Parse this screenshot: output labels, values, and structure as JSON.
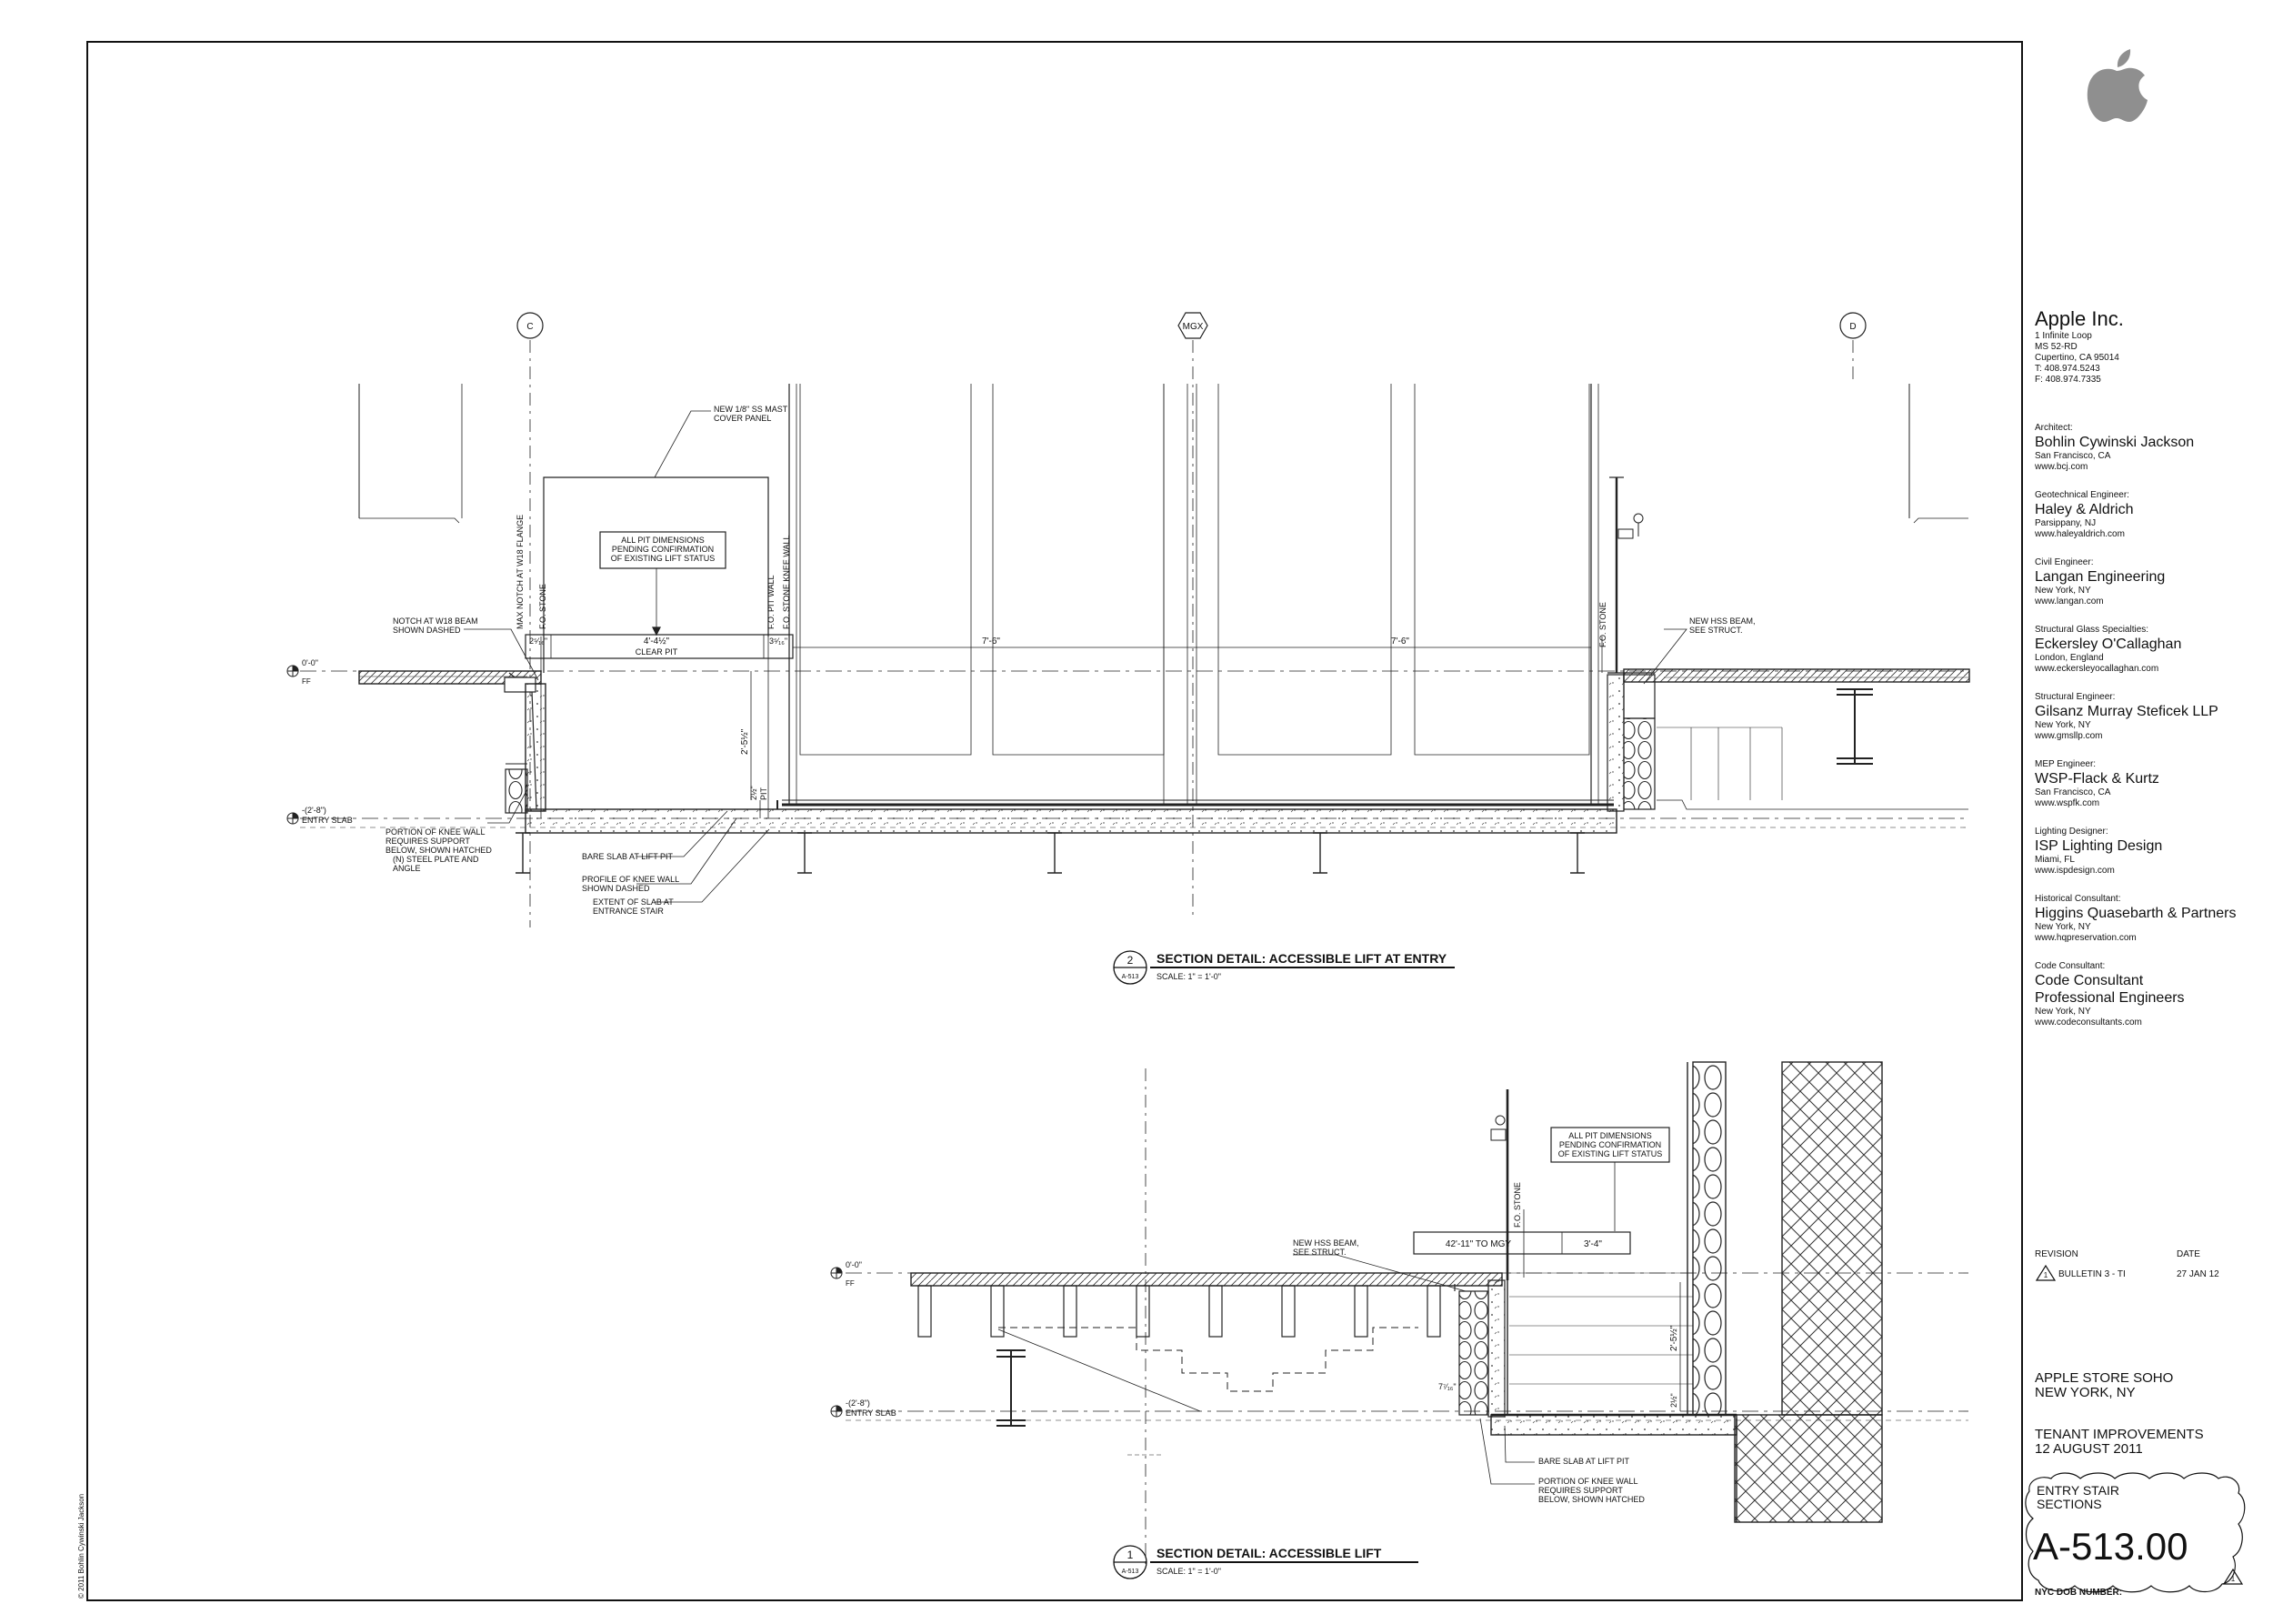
{
  "client": {
    "name": "Apple Inc.",
    "address": [
      "1 Infinite Loop",
      "MS 52-RD",
      "Cupertino, CA 95014",
      "T: 408.974.5243",
      "F: 408.974.7335"
    ]
  },
  "consultants": [
    {
      "role": "Architect:",
      "name": [
        "Bohlin Cywinski Jackson"
      ],
      "details": [
        "San Francisco, CA",
        "www.bcj.com"
      ]
    },
    {
      "role": "Geotechnical Engineer:",
      "name": [
        "Haley & Aldrich"
      ],
      "details": [
        "Parsippany, NJ",
        "www.haleyaldrich.com"
      ]
    },
    {
      "role": "Civil Engineer:",
      "name": [
        "Langan Engineering"
      ],
      "details": [
        "New York, NY",
        "www.langan.com"
      ]
    },
    {
      "role": "Structural Glass Specialties:",
      "name": [
        "Eckersley O'Callaghan"
      ],
      "details": [
        "London, England",
        "www.eckersleyocallaghan.com"
      ]
    },
    {
      "role": "Structural Engineer:",
      "name": [
        "Gilsanz Murray Steficek LLP"
      ],
      "details": [
        "New York, NY",
        "www.gmsllp.com"
      ]
    },
    {
      "role": "MEP Engineer:",
      "name": [
        "WSP-Flack & Kurtz"
      ],
      "details": [
        "San Francisco, CA",
        "www.wspfk.com"
      ]
    },
    {
      "role": "Lighting Designer:",
      "name": [
        "ISP Lighting Design"
      ],
      "details": [
        "Miami, FL",
        "www.ispdesign.com"
      ]
    },
    {
      "role": "Historical Consultant:",
      "name": [
        "Higgins Quasebarth & Partners"
      ],
      "details": [
        "New York, NY",
        "www.hqpreservation.com"
      ]
    },
    {
      "role": "Code Consultant:",
      "name": [
        "Code Consultant",
        "Professional Engineers"
      ],
      "details": [
        "New York, NY",
        "www.codeconsultants.com"
      ]
    }
  ],
  "revisions": {
    "revision_header": "REVISION",
    "date_header": "DATE",
    "rows": [
      {
        "marker": "1",
        "label": "BULLETIN 3 - TI",
        "date": "27 JAN 12"
      }
    ]
  },
  "project": {
    "name": "APPLE STORE SOHO",
    "location": "NEW YORK, NY"
  },
  "phase": {
    "name": "TENANT IMPROVEMENTS",
    "date": "12 AUGUST 2011"
  },
  "sheet": {
    "title": [
      "ENTRY STAIR",
      "SECTIONS"
    ],
    "number": "A-513.00",
    "revision_marker": "1",
    "dob_label": "NYC DOB NUMBER:"
  },
  "copyright": "© 2011 Bohlin Cywinski Jackson",
  "gridlines": [
    "C",
    "MGX",
    "D"
  ],
  "detail_2": {
    "number": "2",
    "sheet_ref": "A-513",
    "title": "SECTION DETAIL: ACCESSIBLE LIFT AT ENTRY",
    "scale": "SCALE:  1\" = 1'-0\"",
    "pending_note": [
      "ALL PIT DIMENSIONS",
      "PENDING CONFIRMATION",
      "OF EXISTING LIFT STATUS"
    ],
    "clear_pit_dim": "4'-4½\"",
    "clear_pit_label": "CLEAR PIT",
    "left_offset_dim": "2⁵⁄₁₆\"",
    "right_offset_dim": "3⁵⁄₁₆\"",
    "span_dims": [
      "7'-6\"",
      "7'-6\""
    ],
    "pit_depth_dim": "2'-5½\"",
    "pit_small_dim": "2½\"",
    "pit_label": "PIT",
    "vertical_labels": [
      "MAX NOTCH AT W18 FLANGE",
      "F.O. STONE",
      "F.O. PIT WALL",
      "F.O. STONE KNEE WALL",
      "F.O. STONE"
    ],
    "elev_ff": {
      "value": "0'-0\"",
      "label": "FF"
    },
    "elev_entry": {
      "value": "-(2'-8\")",
      "label": "ENTRY SLAB"
    },
    "notes": {
      "mast_cover": [
        "NEW 1/8\" SS MAST",
        "COVER PANEL"
      ],
      "notch": [
        "NOTCH AT W18 BEAM",
        "SHOWN DASHED"
      ],
      "hss_beam": [
        "NEW HSS BEAM,",
        "SEE STRUCT."
      ],
      "knee_wall_support": [
        "PORTION OF KNEE WALL",
        "REQUIRES SUPPORT",
        "BELOW, SHOWN HATCHED",
        "(N) STEEL PLATE AND",
        "ANGLE"
      ],
      "bare_slab": [
        "BARE SLAB AT LIFT PIT"
      ],
      "knee_profile": [
        "PROFILE OF KNEE WALL",
        "SHOWN DASHED"
      ],
      "slab_extent": [
        "EXTENT OF SLAB AT",
        "ENTRANCE STAIR"
      ]
    }
  },
  "detail_1": {
    "number": "1",
    "sheet_ref": "A-513",
    "title": "SECTION DETAIL: ACCESSIBLE LIFT",
    "scale": "SCALE:  1\" = 1'-0\"",
    "pending_note": [
      "ALL PIT DIMENSIONS",
      "PENDING CONFIRMATION",
      "OF EXISTING LIFT STATUS"
    ],
    "mgy_dim": "42'-11\" TO MGY",
    "right_dim": "3'-4\"",
    "fo_stone": "F.O. STONE",
    "pit_depth_dim": "2'-5½\"",
    "pit_small_dim": "2½\"",
    "wall_dim": "7⁷⁄₁₆\"",
    "elev_ff": {
      "value": "0'-0\"",
      "label": "FF"
    },
    "elev_entry": {
      "value": "-(2'-8\")",
      "label": "ENTRY SLAB"
    },
    "notes": {
      "hss_beam": [
        "NEW HSS BEAM,",
        "SEE STRUCT."
      ],
      "bare_slab": [
        "BARE SLAB AT LIFT PIT"
      ],
      "knee_wall": [
        "PORTION OF KNEE WALL",
        "REQUIRES SUPPORT",
        "BELOW, SHOWN HATCHED"
      ]
    }
  }
}
